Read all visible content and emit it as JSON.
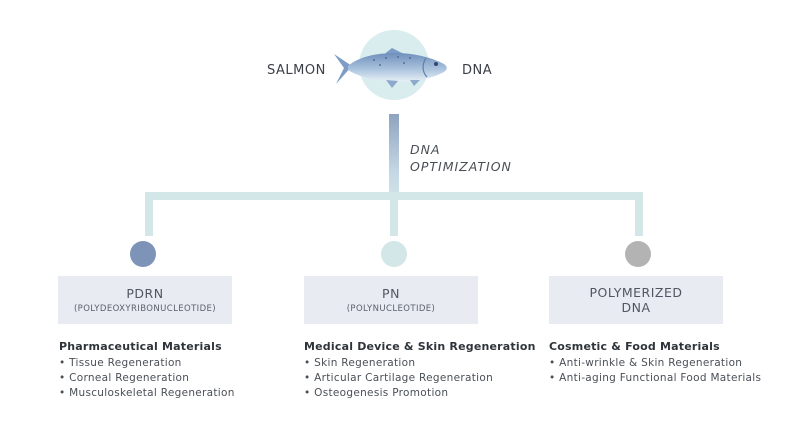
{
  "source": {
    "left_label": "SALMON",
    "right_label": "DNA",
    "icon": "salmon-fish-icon"
  },
  "process": {
    "line1": "DNA",
    "line2": "OPTIMIZATION"
  },
  "colors": {
    "connector": "#d3e7e8",
    "dot_pdrn": "#7d94b8",
    "dot_pn": "#d3e7e8",
    "dot_polymerized": "#b3b3b3",
    "box": "#e8ebf2"
  },
  "products": [
    {
      "name": "PDRN",
      "full_name": "(POLYDEOXYRIBONUCLEOTIDE)",
      "category": "Pharmaceutical Materials",
      "items": [
        "Tissue Regeneration",
        "Corneal Regeneration",
        "Musculoskeletal Regeneration"
      ]
    },
    {
      "name": "PN",
      "full_name": "(POLYNUCLEOTIDE)",
      "category": "Medical Device & Skin Regeneration",
      "items": [
        "Skin Regeneration",
        "Articular Cartilage Regeneration",
        "Osteogenesis Promotion"
      ]
    },
    {
      "name_line1": "POLYMERIZED",
      "name_line2": "DNA",
      "category": "Cosmetic & Food Materials",
      "items": [
        "Anti-wrinkle & Skin Regeneration",
        "Anti-aging Functional Food Materials"
      ]
    }
  ]
}
